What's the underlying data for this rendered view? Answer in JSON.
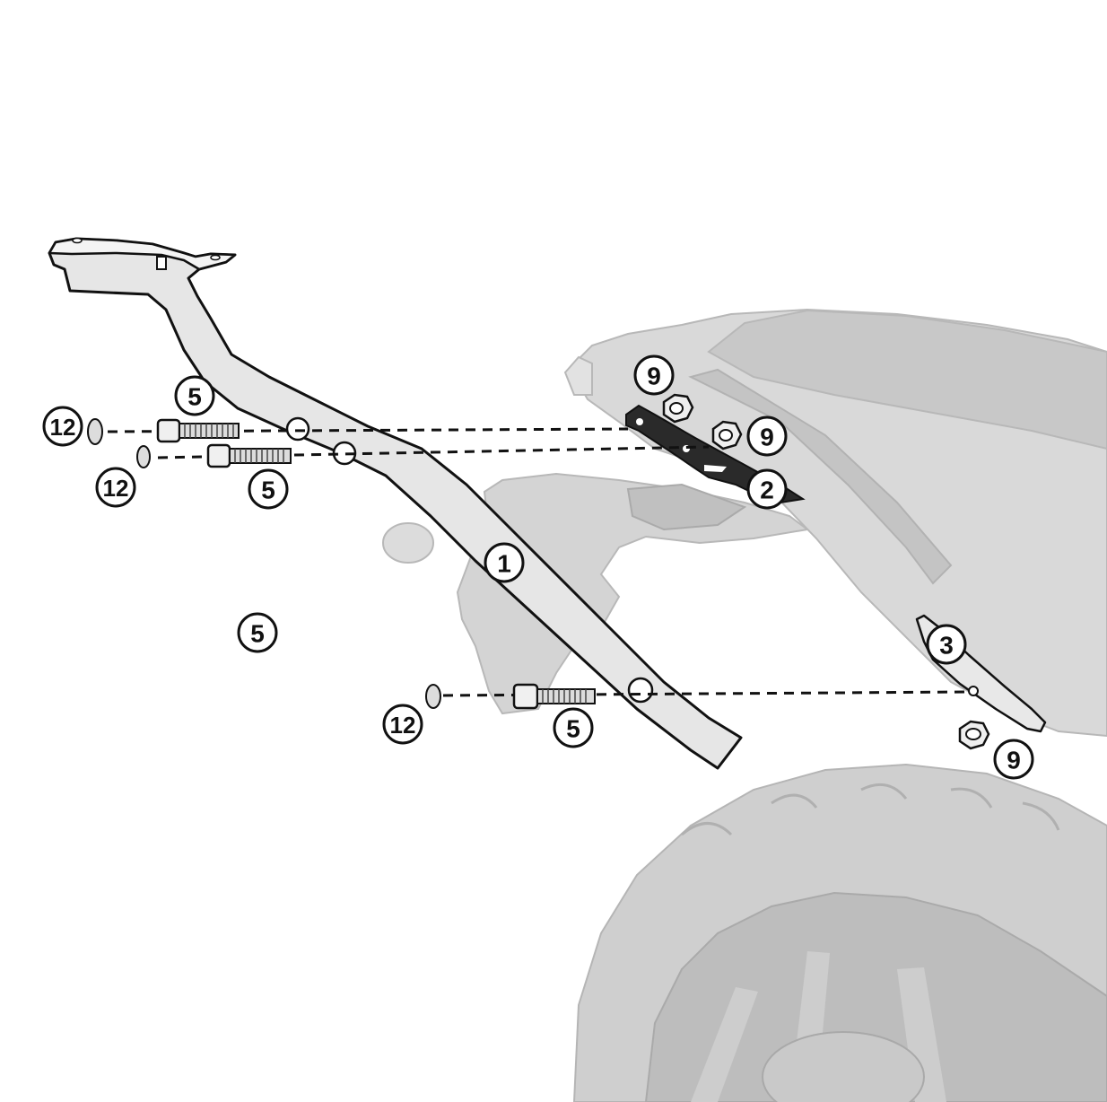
{
  "diagram": {
    "colors": {
      "ink": "#111111",
      "ghost_fill": "#d9d9d9",
      "ghost_dark": "#c6c6c6",
      "ghost_stroke": "#b8b8b8",
      "part_fill": "#e6e6e6",
      "background": "#ffffff"
    },
    "callouts": [
      {
        "id": "part-1",
        "label": "1"
      },
      {
        "id": "part-2",
        "label": "2"
      },
      {
        "id": "part-3",
        "label": "3"
      },
      {
        "id": "bolt-5-a",
        "label": "5"
      },
      {
        "id": "bolt-5-b",
        "label": "5"
      },
      {
        "id": "bolt-5-c",
        "label": "5"
      },
      {
        "id": "bolt-5-d",
        "label": "5"
      },
      {
        "id": "nut-9-a",
        "label": "9"
      },
      {
        "id": "nut-9-b",
        "label": "9"
      },
      {
        "id": "nut-9-c",
        "label": "9"
      },
      {
        "id": "washer-12-a",
        "label": "12"
      },
      {
        "id": "washer-12-b",
        "label": "12"
      },
      {
        "id": "washer-12-c",
        "label": "12"
      }
    ]
  }
}
